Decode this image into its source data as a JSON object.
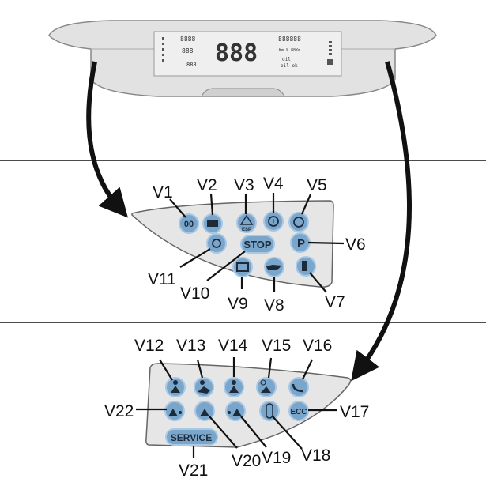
{
  "cluster_display": {
    "main_digits": "888",
    "odometer": "888888",
    "trip": "8888",
    "clock": "888",
    "speed_small": "888",
    "oil_text": "oil",
    "oil_ok_text": "oil ok",
    "service_text": "Km % 88Km"
  },
  "panel_upper": {
    "labels": [
      "V1",
      "V2",
      "V3",
      "V4",
      "V5",
      "V6",
      "V7",
      "V8",
      "V9",
      "V10",
      "V11"
    ],
    "esp_text": "ESP",
    "stop_text": "STOP",
    "park_text": "P"
  },
  "panel_lower": {
    "labels": [
      "V12",
      "V13",
      "V14",
      "V15",
      "V16",
      "V17",
      "V18",
      "V19",
      "V20",
      "V21",
      "V22"
    ],
    "ecc_text": "ECC",
    "service_text": "SERVICE"
  },
  "colors": {
    "indicator": "#7aa6cc",
    "panel": "#e6e6e6",
    "line": "#111111"
  }
}
